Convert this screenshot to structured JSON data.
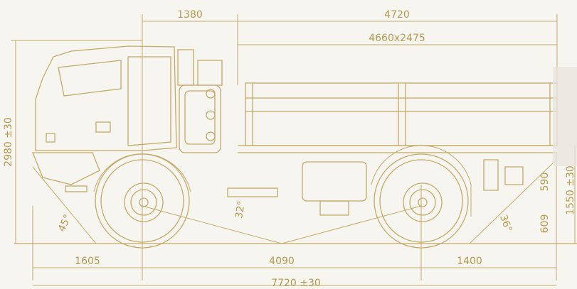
{
  "colors": {
    "line": "#c2ab67",
    "text": "#b39a4e",
    "background": "#f7f5f0"
  },
  "dimensions": {
    "cab_overhang_top": "1380",
    "cargo_length_top": "4720",
    "platform": "4660x2475",
    "overall_height": "2980 ±30",
    "frame_height": "1550 ±30",
    "rear_clearance": "590",
    "rear_height": "609",
    "front_overhang": "1605",
    "wheelbase": "4090",
    "rear_overhang": "1400",
    "overall_length": "7720 ±30",
    "approach_angle": "45°",
    "breakover_angle": "32°",
    "departure_angle": "36°"
  }
}
